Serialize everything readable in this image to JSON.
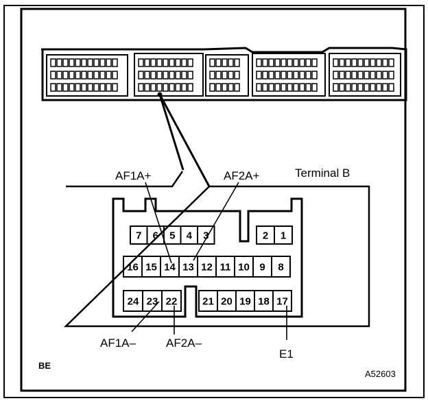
{
  "terminal_title": "Terminal B",
  "callouts": {
    "af1a_plus": "AF1A+",
    "af2a_plus": "AF2A+",
    "af1a_minus": "AF1A–",
    "af2a_minus": "AF2A–",
    "e1": "E1"
  },
  "pins": {
    "top_left": [
      "7",
      "6",
      "5",
      "4",
      "3"
    ],
    "top_right": [
      "2",
      "1"
    ],
    "middle": [
      "16",
      "15",
      "14",
      "13",
      "12",
      "11",
      "10",
      "9",
      "8"
    ],
    "bottom_left": [
      "24",
      "23",
      "22"
    ],
    "bottom_right": [
      "21",
      "20",
      "19",
      "18",
      "17"
    ]
  },
  "corner_mark": "BE",
  "figure_code": "A52603"
}
